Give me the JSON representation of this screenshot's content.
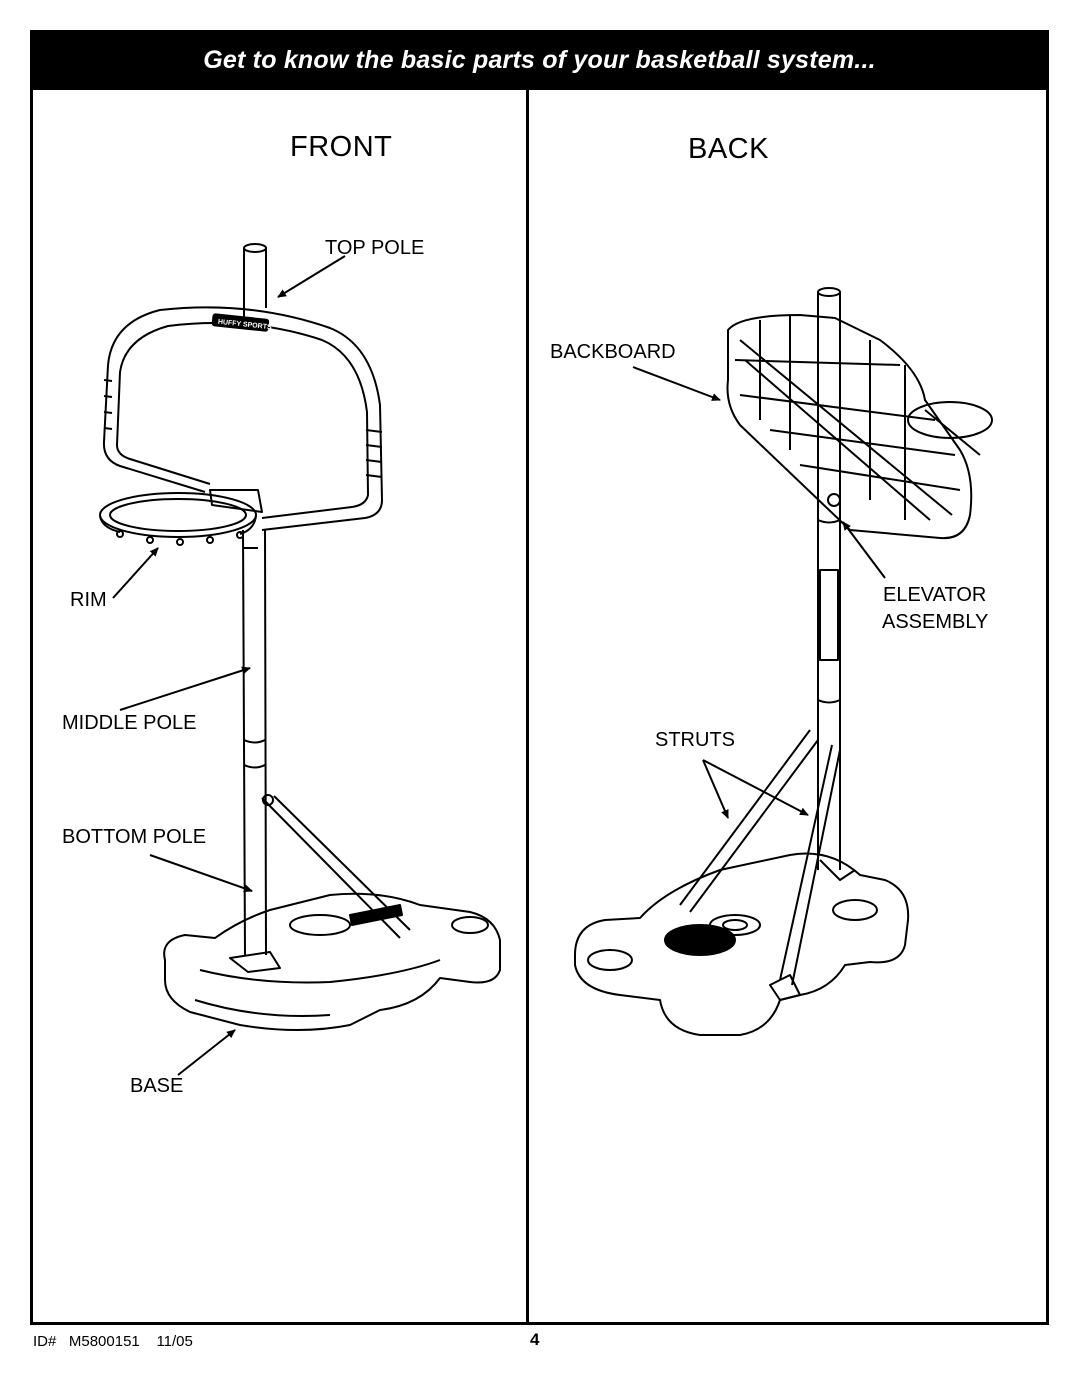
{
  "banner": {
    "title": "Get to know the basic parts of your basketball system..."
  },
  "front": {
    "heading": "FRONT",
    "labels": {
      "top_pole": "TOP POLE",
      "rim": "RIM",
      "middle_pole": "MIDDLE POLE",
      "bottom_pole": "BOTTOM POLE",
      "base": "BASE"
    },
    "brand": "HUFFY SPORTS"
  },
  "back": {
    "heading": "BACK",
    "labels": {
      "backboard": "BACKBOARD",
      "elevator_line1": "ELEVATOR",
      "elevator_line2": "ASSEMBLY",
      "struts": "STRUTS"
    }
  },
  "footer": {
    "id_label": "ID#",
    "id_value": "M5800151",
    "date": "11/05",
    "page_number": "4"
  }
}
